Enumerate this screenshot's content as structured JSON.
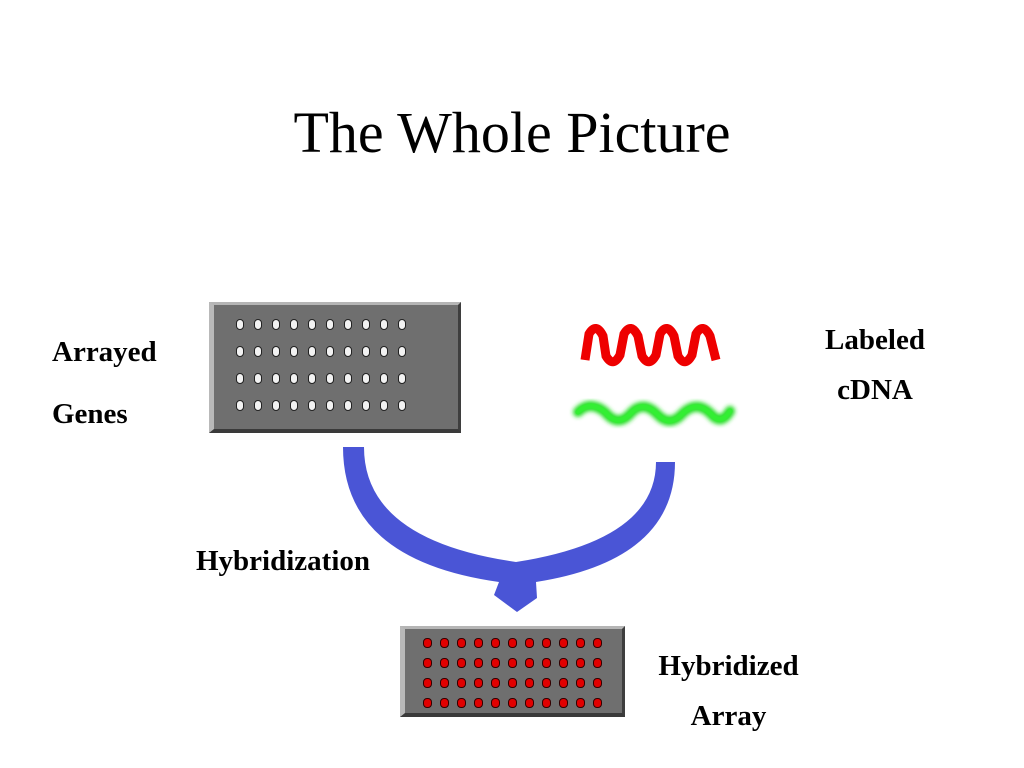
{
  "slide": {
    "title": "The Whole Picture",
    "labels": {
      "arrayed": "Arrayed",
      "genes": "Genes",
      "labeled": "Labeled",
      "cdna": "cDNA",
      "hybridization": "Hybridization",
      "hybridized": "Hybridized",
      "array": "Array"
    }
  },
  "colors": {
    "arrow": "#4a55d6",
    "red_cdna": "#ee0000",
    "green_cdna": "#22dd22",
    "chip": "#6f6f6f",
    "spot_unlabeled": "#f2f2f2",
    "spot_hybridized": "#e10000"
  }
}
